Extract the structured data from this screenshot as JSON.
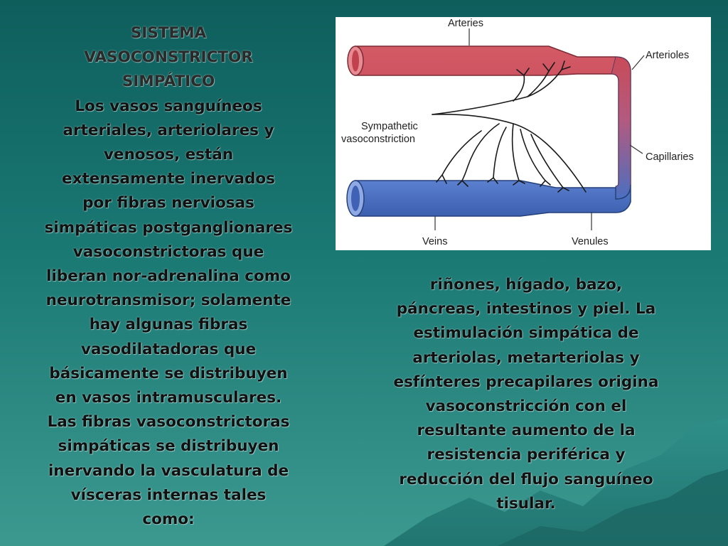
{
  "slide": {
    "title_lines": [
      "SISTEMA",
      "VASOCONSTRICTOR",
      "SIMPÁTICO"
    ],
    "left_lines": [
      "Los vasos sanguíneos",
      "arteriales, arteriolares y",
      "venosos, están",
      "extensamente inervados",
      "por fibras nerviosas",
      "simpáticas postganglionares",
      "vasoconstrictoras que",
      "liberan nor-adrenalina como",
      "neurotransmisor; solamente",
      "hay algunas fibras",
      "vasodilatadoras que",
      "básicamente se distribuyen",
      "en vasos intramusculares.",
      "Las fibras vasoconstrictoras",
      "simpáticas se distribuyen",
      "inervando la vasculatura de",
      "vísceras internas tales",
      "como:"
    ],
    "right_lines": [
      "riñones, hígado, bazo,",
      "páncreas, intestinos y piel. La",
      "estimulación simpática de",
      "arteriolas, metarteriolas y",
      "esfínteres precapilares origina",
      "vasoconstricción con el",
      "resultante aumento de la",
      "resistencia periférica y",
      "reducción del flujo sanguíneo",
      "tisular."
    ]
  },
  "figure": {
    "labels": {
      "arteries": "Arteries",
      "arterioles": "Arterioles",
      "sympathetic_1": "Sympathetic",
      "sympathetic_2": "vasoconstriction",
      "capillaries": "Capillaries",
      "veins": "Veins",
      "venules": "Venules"
    },
    "colors": {
      "artery": "#c94b58",
      "vein": "#4a6fc0",
      "nerve": "#1a1a1a"
    }
  }
}
